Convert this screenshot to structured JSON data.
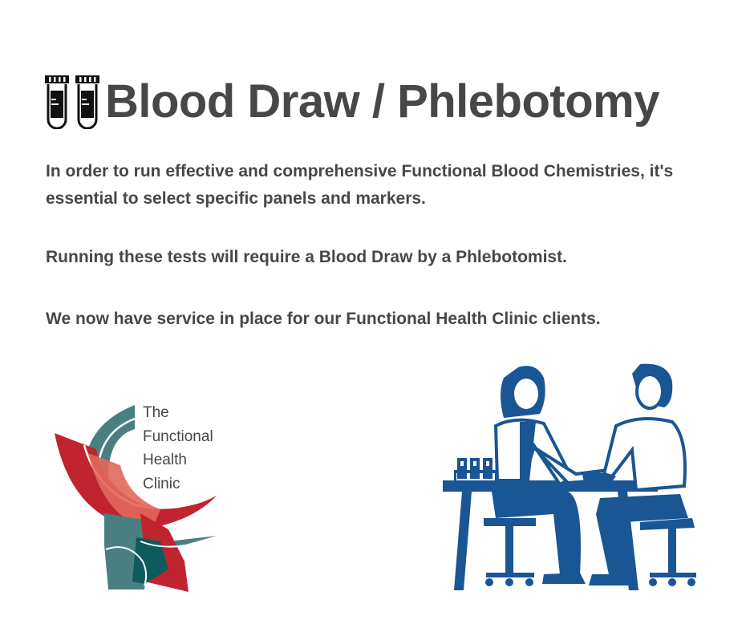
{
  "header": {
    "icon": "test-tubes-icon",
    "title": "Blood Draw / Phlebotomy"
  },
  "body": {
    "paragraphs": [
      "In order to run effective and comprehensive Functional Blood Chemistries, it's essential to select specific panels and markers.",
      "Running these tests will require a Blood Draw by a Phlebotomist.",
      "We now have service in place for our Functional Health Clinic clients."
    ]
  },
  "logo": {
    "lines": [
      "The",
      "Functional",
      "Health",
      "Clinic"
    ],
    "colors": {
      "teal": "#4a7f82",
      "red": "#c0242f",
      "salmon": "#e2685a",
      "dark_teal": "#0f5a5c"
    }
  },
  "illustration": {
    "name": "phlebotomist-drawing-blood-illustration",
    "color": "#1a5594"
  },
  "colors": {
    "text": "#474747",
    "background": "#ffffff"
  }
}
